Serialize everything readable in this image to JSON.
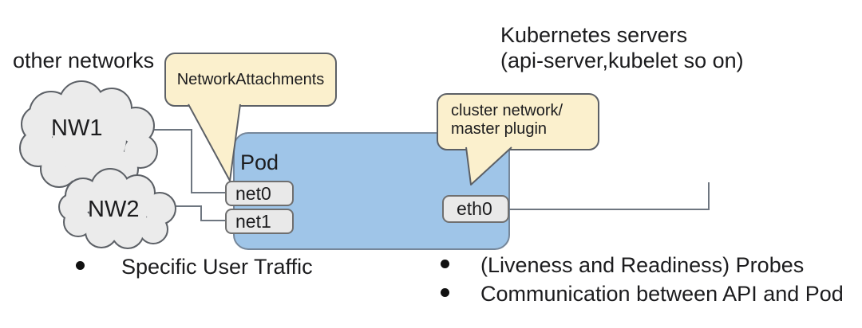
{
  "labels": {
    "other_networks": "other networks",
    "kubernetes_servers_line1": "Kubernetes servers",
    "kubernetes_servers_line2": "(api-server,kubelet so on)"
  },
  "clouds": [
    {
      "id": "nw1",
      "label": "NW1"
    },
    {
      "id": "nw2",
      "label": "NW2"
    }
  ],
  "callouts": {
    "network_attachments": {
      "text": "NetworkAttachments"
    },
    "cluster_network": {
      "line1": "cluster network/",
      "line2": "master plugin"
    }
  },
  "pod": {
    "label": "Pod",
    "interfaces": [
      {
        "id": "net0",
        "label": "net0"
      },
      {
        "id": "net1",
        "label": "net1"
      },
      {
        "id": "eth0",
        "label": "eth0"
      }
    ]
  },
  "bullets": {
    "left": [
      {
        "text": "Specific User Traffic"
      }
    ],
    "right": [
      {
        "text": "(Liveness and Readiness) Probes"
      },
      {
        "text": "Communication between API and Pod"
      }
    ]
  },
  "colors": {
    "pod_fill": "#9fc5e8",
    "pod_border": "#76879a",
    "callout_fill": "#fbf0cd",
    "callout_border": "#5c6066",
    "cloud_fill": "#ebebeb",
    "cloud_border": "#5c6066",
    "iface_fill": "#e9e9e9",
    "iface_border": "#6f6f6f",
    "connector": "#6e7680",
    "text": "#1c1c1e"
  }
}
